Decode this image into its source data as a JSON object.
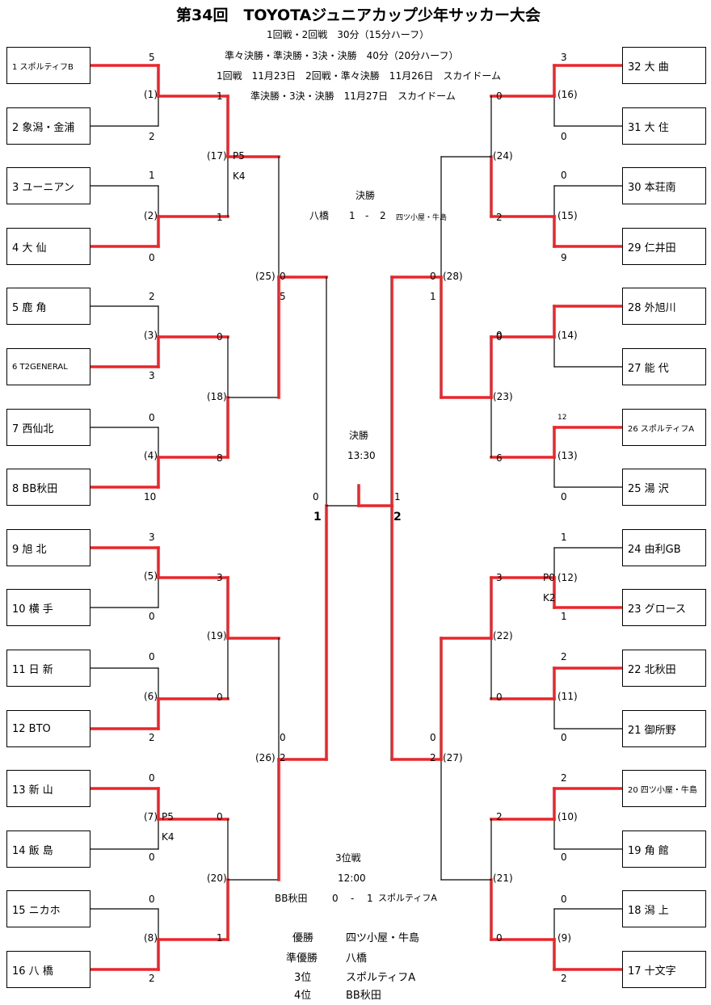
{
  "header": {
    "title": "第34回　TOYOTAジュニアカップ少年サッカー大会",
    "lines": [
      "1回戦・2回戦　30分（15分ハーフ）",
      "準々決勝・準決勝・3決・決勝　40分（20分ハーフ）",
      "1回戦　11月23日　2回戦・準々決勝　11月26日　スカイドーム",
      "準決勝・3決・決勝　11月27日　スカイドーム"
    ]
  },
  "final_summary": {
    "label": "決勝",
    "home": "八橋",
    "score_home": "1",
    "dash": "-",
    "score_away": "2",
    "away": "四ツ小屋・牛島"
  },
  "final_center": {
    "label": "決勝",
    "time": "13:30",
    "left_score": "0",
    "right_score": "1",
    "left_num": "1",
    "right_num": "2"
  },
  "third_place": {
    "label": "3位戦",
    "time": "12:00",
    "home": "BB秋田",
    "score_home": "0",
    "dash": "-",
    "score_away": "1",
    "away": "スポルティフA"
  },
  "results": [
    {
      "rank": "優勝",
      "team": "四ツ小屋・牛島"
    },
    {
      "rank": "準優勝",
      "team": "八橋"
    },
    {
      "rank": "3位",
      "team": "スポルティフA"
    },
    {
      "rank": "4位",
      "team": "BB秋田"
    }
  ],
  "teams": {
    "left": [
      "1  スポルティフB",
      "2  象潟・金浦",
      "3  ユーニアン",
      "4  大  仙",
      "5  鹿  角",
      "6  T2GENERAL",
      "7  西仙北",
      "8  BB秋田",
      "9  旭  北",
      "10  横  手",
      "11  日  新",
      "12  BTO",
      "13  新  山",
      "14  飯  島",
      "15  ニカホ",
      "16  八  橋"
    ],
    "right": [
      "32  大  曲",
      "31  大  住",
      "30  本荘南",
      "29  仁井田",
      "28  外旭川",
      "27  能  代",
      "26  スポルティフA",
      "25  湯  沢",
      "24  由利GB",
      "23  グロース",
      "22  北秋田",
      "21  御所野",
      "20  四ツ小屋・牛島",
      "19  角  館",
      "18  潟  上",
      "17  十文字"
    ]
  },
  "labels": [
    {
      "t": "5"
    },
    {
      "t": "(1)"
    },
    {
      "t": "2"
    },
    {
      "t": "1"
    },
    {
      "t": "(2)"
    },
    {
      "t": "0"
    },
    {
      "t": "2"
    },
    {
      "t": "(3)"
    },
    {
      "t": "3"
    },
    {
      "t": "0"
    },
    {
      "t": "(4)"
    },
    {
      "t": "10"
    },
    {
      "t": "3"
    },
    {
      "t": "(5)"
    },
    {
      "t": "0"
    },
    {
      "t": "0"
    },
    {
      "t": "(6)"
    },
    {
      "t": "2"
    },
    {
      "t": "0"
    },
    {
      "t": "(7)"
    },
    {
      "t": "P5"
    },
    {
      "t": "K4"
    },
    {
      "t": "0"
    },
    {
      "t": "0"
    },
    {
      "t": "(8)"
    },
    {
      "t": "2"
    },
    {
      "t": "1"
    },
    {
      "t": "(17)"
    },
    {
      "t": "P5"
    },
    {
      "t": "K4"
    },
    {
      "t": "1"
    },
    {
      "t": "0"
    },
    {
      "t": "(18)"
    },
    {
      "t": "8"
    },
    {
      "t": "3"
    },
    {
      "t": "(19)"
    },
    {
      "t": "0"
    },
    {
      "t": "0"
    },
    {
      "t": "(20)"
    },
    {
      "t": "1"
    },
    {
      "t": "(25)"
    },
    {
      "t": "0"
    },
    {
      "t": "5"
    },
    {
      "t": "0"
    },
    {
      "t": "(26)"
    },
    {
      "t": "2"
    },
    {
      "t": "3"
    },
    {
      "t": "(16)"
    },
    {
      "t": "0"
    },
    {
      "t": "0"
    },
    {
      "t": "(15)"
    },
    {
      "t": "9"
    },
    {
      "t": "(14)"
    },
    {
      "t": "0"
    },
    {
      "t": "12"
    },
    {
      "t": "(13)"
    },
    {
      "t": "0"
    },
    {
      "t": "1"
    },
    {
      "t": "P0"
    },
    {
      "t": "(12)"
    },
    {
      "t": "K2"
    },
    {
      "t": "1"
    },
    {
      "t": "2"
    },
    {
      "t": "(11)"
    },
    {
      "t": "0"
    },
    {
      "t": "2"
    },
    {
      "t": "(10)"
    },
    {
      "t": "0"
    },
    {
      "t": "0"
    },
    {
      "t": "(9)"
    },
    {
      "t": "2"
    },
    {
      "t": "0"
    },
    {
      "t": "(24)"
    },
    {
      "t": "2"
    },
    {
      "t": "0"
    },
    {
      "t": "(23)"
    },
    {
      "t": "6"
    },
    {
      "t": "3"
    },
    {
      "t": "(22)"
    },
    {
      "t": "0"
    },
    {
      "t": "2"
    },
    {
      "t": "(21)"
    },
    {
      "t": "0"
    },
    {
      "t": "0"
    },
    {
      "t": "(28)"
    },
    {
      "t": "1"
    },
    {
      "t": "0"
    },
    {
      "t": "(27)"
    },
    {
      "t": "2"
    }
  ],
  "colors": {
    "winner_line": "#e8262b",
    "line": "#000000"
  }
}
